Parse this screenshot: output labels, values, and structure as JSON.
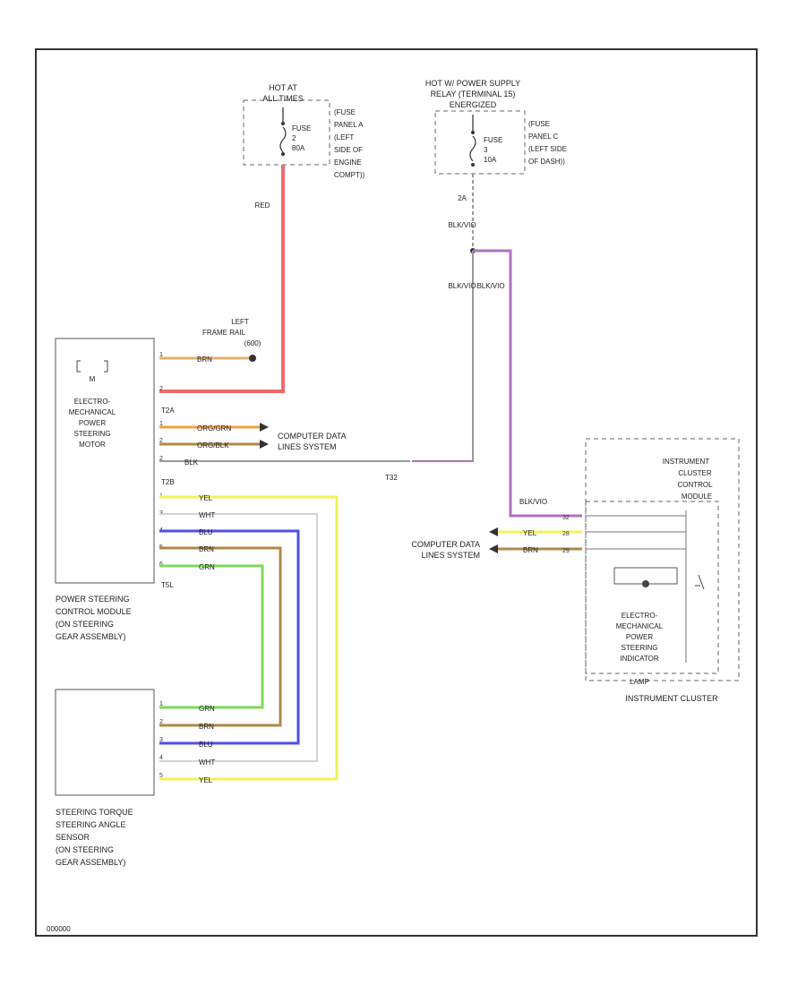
{
  "fuse_1": {
    "header": [
      "HOT AT",
      "ALL TIMES"
    ],
    "fuse_label": [
      "FUSE",
      "2",
      "80A"
    ],
    "location": [
      "(FUSE",
      "PANEL A",
      "(LEFT",
      "SIDE OF",
      "ENGINE",
      "COMPT))"
    ]
  },
  "fuse_2": {
    "header": [
      "HOT W/ POWER SUPPLY",
      "RELAY (TERMINAL 15)",
      "ENERGIZED"
    ],
    "fuse_label": [
      "FUSE",
      "3",
      "10A"
    ],
    "location": [
      "(FUSE",
      "PANEL C",
      "(LEFT SIDE",
      "OF DASH))"
    ]
  },
  "wires": {
    "red": "RED",
    "brn": "BRN",
    "org_grn": "ORG/GRN",
    "org_blk": "ORG/BLK",
    "blk": "BLK",
    "yel": "YEL",
    "wht": "WHT",
    "blu": "BLU",
    "blk_vio": "BLK/VIO",
    "grn": "GRN"
  },
  "connectors": {
    "t2a": "T2A",
    "t2b": "T2B",
    "t5l": "T5L",
    "t32": "T32",
    "c2a": "2A"
  },
  "ground": [
    "LEFT",
    "FRAME RAIL",
    "(600)"
  ],
  "power_module": {
    "inner": [
      "ELECTRO-",
      "MECHANICAL",
      "POWER",
      "STEERING",
      "MOTOR"
    ],
    "caption": [
      "POWER STEERING",
      "CONTROL MODULE",
      "(ON STEERING",
      "GEAR ASSEMBLY)"
    ]
  },
  "sensor": {
    "caption": [
      "STEERING TORQUE",
      "STEERING ANGLE",
      "SENSOR",
      "(ON STEERING",
      "GEAR ASSEMBLY)"
    ]
  },
  "data_lines": [
    "COMPUTER DATA",
    "LINES SYSTEM"
  ],
  "cluster": {
    "header": [
      "INSTRUMENT",
      "CLUSTER",
      "CONTROL",
      "MODULE"
    ],
    "lamp": [
      "ELECTRO-",
      "MECHANICAL",
      "POWER",
      "STEERING",
      "INDICATOR",
      "LAMP"
    ],
    "caption": "INSTRUMENT CLUSTER"
  },
  "footer_code": "000000",
  "colors": {
    "red": "#f06a6a",
    "orange": "#f0a040",
    "brown": "#b0884a",
    "violet": "#b070c0",
    "blue": "#4f4fe8",
    "yellow": "#f2f25a",
    "green": "#7ed85a",
    "gray": "#999999",
    "white_wire": "#d4d4d4"
  }
}
